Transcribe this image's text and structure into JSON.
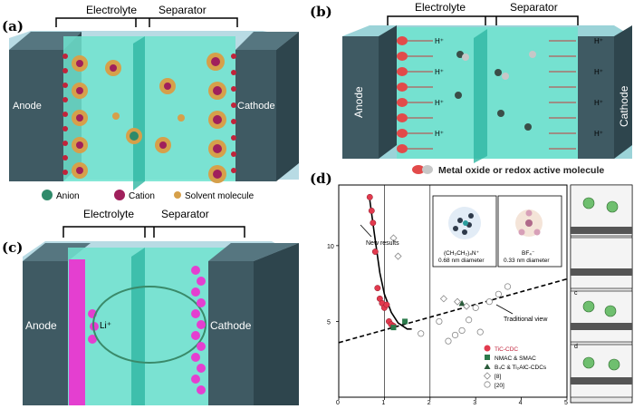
{
  "panels": {
    "a": {
      "label": "(a)",
      "electrolyte": "Electrolyte",
      "separator": "Separator",
      "anode": "Anode",
      "cathode": "Cathode",
      "legend": [
        "Anion",
        "Cation",
        "Solvent molecule"
      ]
    },
    "b": {
      "label": "(b)",
      "electrolyte": "Electrolyte",
      "separator": "Separator",
      "anode": "Anode",
      "cathode": "Cathode",
      "proton": "H⁺",
      "legend": "Metal oxide or redox active molecule"
    },
    "c": {
      "label": "(c)",
      "electrolyte": "Electrolyte",
      "separator": "Separator",
      "anode": "Anode",
      "cathode": "Cathode",
      "ion": "Li⁺"
    },
    "d": {
      "label": "(d)",
      "annotations": [
        "New results",
        "Traditional view"
      ],
      "ion1_formula": "(CH₃CH₂)₄N⁺",
      "ion1_size": "0.68 nm diameter",
      "ion2_formula": "BF₄⁻",
      "ion2_size": "0.33 nm diameter",
      "inset_labels": [
        "c",
        "d"
      ],
      "legend": [
        "TiC-CDC",
        "NMAC & SMAC",
        "B₄C & Ti₂AlC-CDCs",
        "[8]",
        "[20]"
      ]
    }
  },
  "chart_data": {
    "type": "scatter",
    "title": "",
    "xlabel": "",
    "ylabel": "",
    "xlim": [
      0,
      5
    ],
    "ylim": [
      0,
      14
    ],
    "xticks": [
      "0",
      "1",
      "2",
      "3",
      "4",
      "5"
    ],
    "yticks": [
      "5",
      "10"
    ],
    "series": [
      {
        "name": "TiC-CDC",
        "color": "#e23a4e",
        "marker": "circle-filled",
        "points": [
          [
            0.68,
            13.2
          ],
          [
            0.72,
            12.3
          ],
          [
            0.75,
            11.5
          ],
          [
            0.8,
            9.6
          ],
          [
            0.85,
            7.2
          ],
          [
            0.9,
            6.5
          ],
          [
            0.95,
            6.2
          ],
          [
            1.0,
            5.9
          ],
          [
            1.05,
            6.1
          ],
          [
            1.1,
            5.0
          ],
          [
            1.15,
            4.8
          ],
          [
            1.2,
            4.7
          ]
        ]
      },
      {
        "name": "NMAC & SMAC",
        "color": "#2b7a4b",
        "marker": "square",
        "points": [
          [
            1.2,
            4.6
          ],
          [
            1.45,
            5.0
          ]
        ]
      },
      {
        "name": "B₄C & Ti₂AlC-CDCs",
        "color": "#2a5a3a",
        "marker": "triangle",
        "points": [
          [
            2.7,
            6.2
          ]
        ]
      },
      {
        "name": "[8]",
        "color": "#888888",
        "marker": "diamond",
        "points": [
          [
            1.2,
            10.5
          ],
          [
            1.3,
            9.3
          ],
          [
            2.3,
            6.5
          ],
          [
            2.6,
            6.3
          ],
          [
            2.8,
            6.0
          ]
        ]
      },
      {
        "name": "[20]",
        "color": "#888888",
        "marker": "circle-open",
        "points": [
          [
            2.2,
            5.0
          ],
          [
            2.4,
            3.7
          ],
          [
            2.55,
            4.1
          ],
          [
            2.7,
            4.4
          ],
          [
            2.85,
            5.1
          ],
          [
            3.0,
            5.9
          ],
          [
            3.3,
            6.3
          ],
          [
            3.5,
            6.8
          ],
          [
            3.7,
            7.3
          ],
          [
            3.1,
            4.3
          ],
          [
            1.8,
            4.2
          ]
        ]
      }
    ],
    "new_results_curve": [
      [
        0.68,
        13.0
      ],
      [
        0.78,
        10.8
      ],
      [
        0.9,
        8.2
      ],
      [
        1.0,
        6.8
      ],
      [
        1.15,
        5.6
      ],
      [
        1.3,
        4.9
      ],
      [
        1.5,
        4.5
      ],
      [
        1.6,
        4.5
      ]
    ],
    "traditional_line": [
      [
        0,
        3.6
      ],
      [
        5,
        7.8
      ]
    ]
  }
}
